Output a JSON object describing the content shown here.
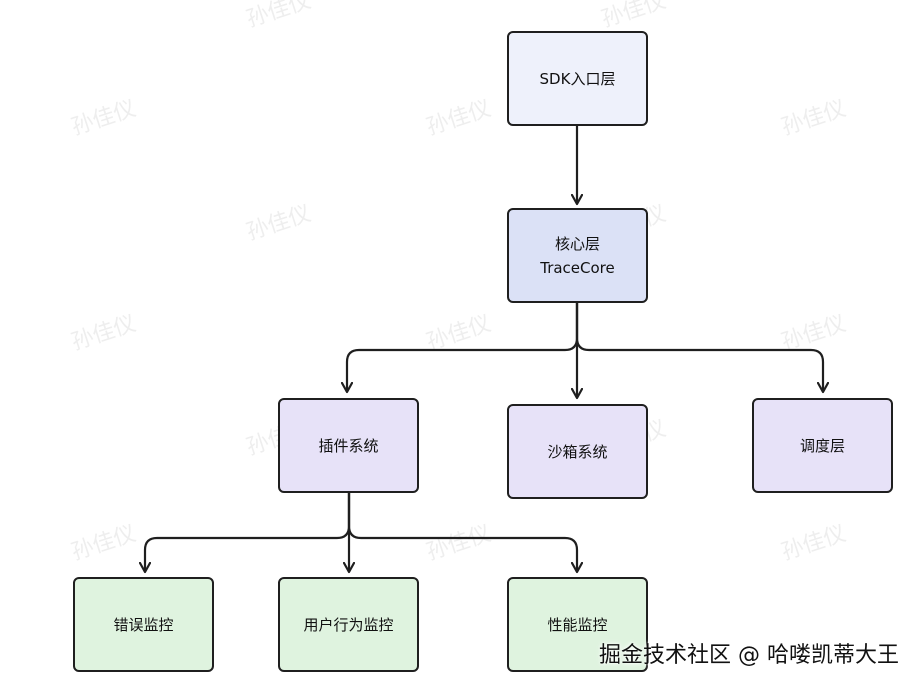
{
  "colors": {
    "entry": "#eef1fb",
    "core": "#dbe1f6",
    "module": "#e7e2f8",
    "monitor": "#dff3df",
    "stroke": "#1f1f1f"
  },
  "watermark_text": "孙佳仪",
  "diagram": {
    "sdk": {
      "label": "SDK入口层"
    },
    "core": {
      "line1": "核心层",
      "line2": "TraceCore"
    },
    "plugin": {
      "label": "插件系统"
    },
    "sandbox": {
      "label": "沙箱系统"
    },
    "scheduler": {
      "label": "调度层"
    },
    "error": {
      "label": "错误监控"
    },
    "behavior": {
      "label": "用户行为监控"
    },
    "performance": {
      "label": "性能监控"
    }
  },
  "footer": "掘金技术社区 @ 哈喽凯蒂大王"
}
